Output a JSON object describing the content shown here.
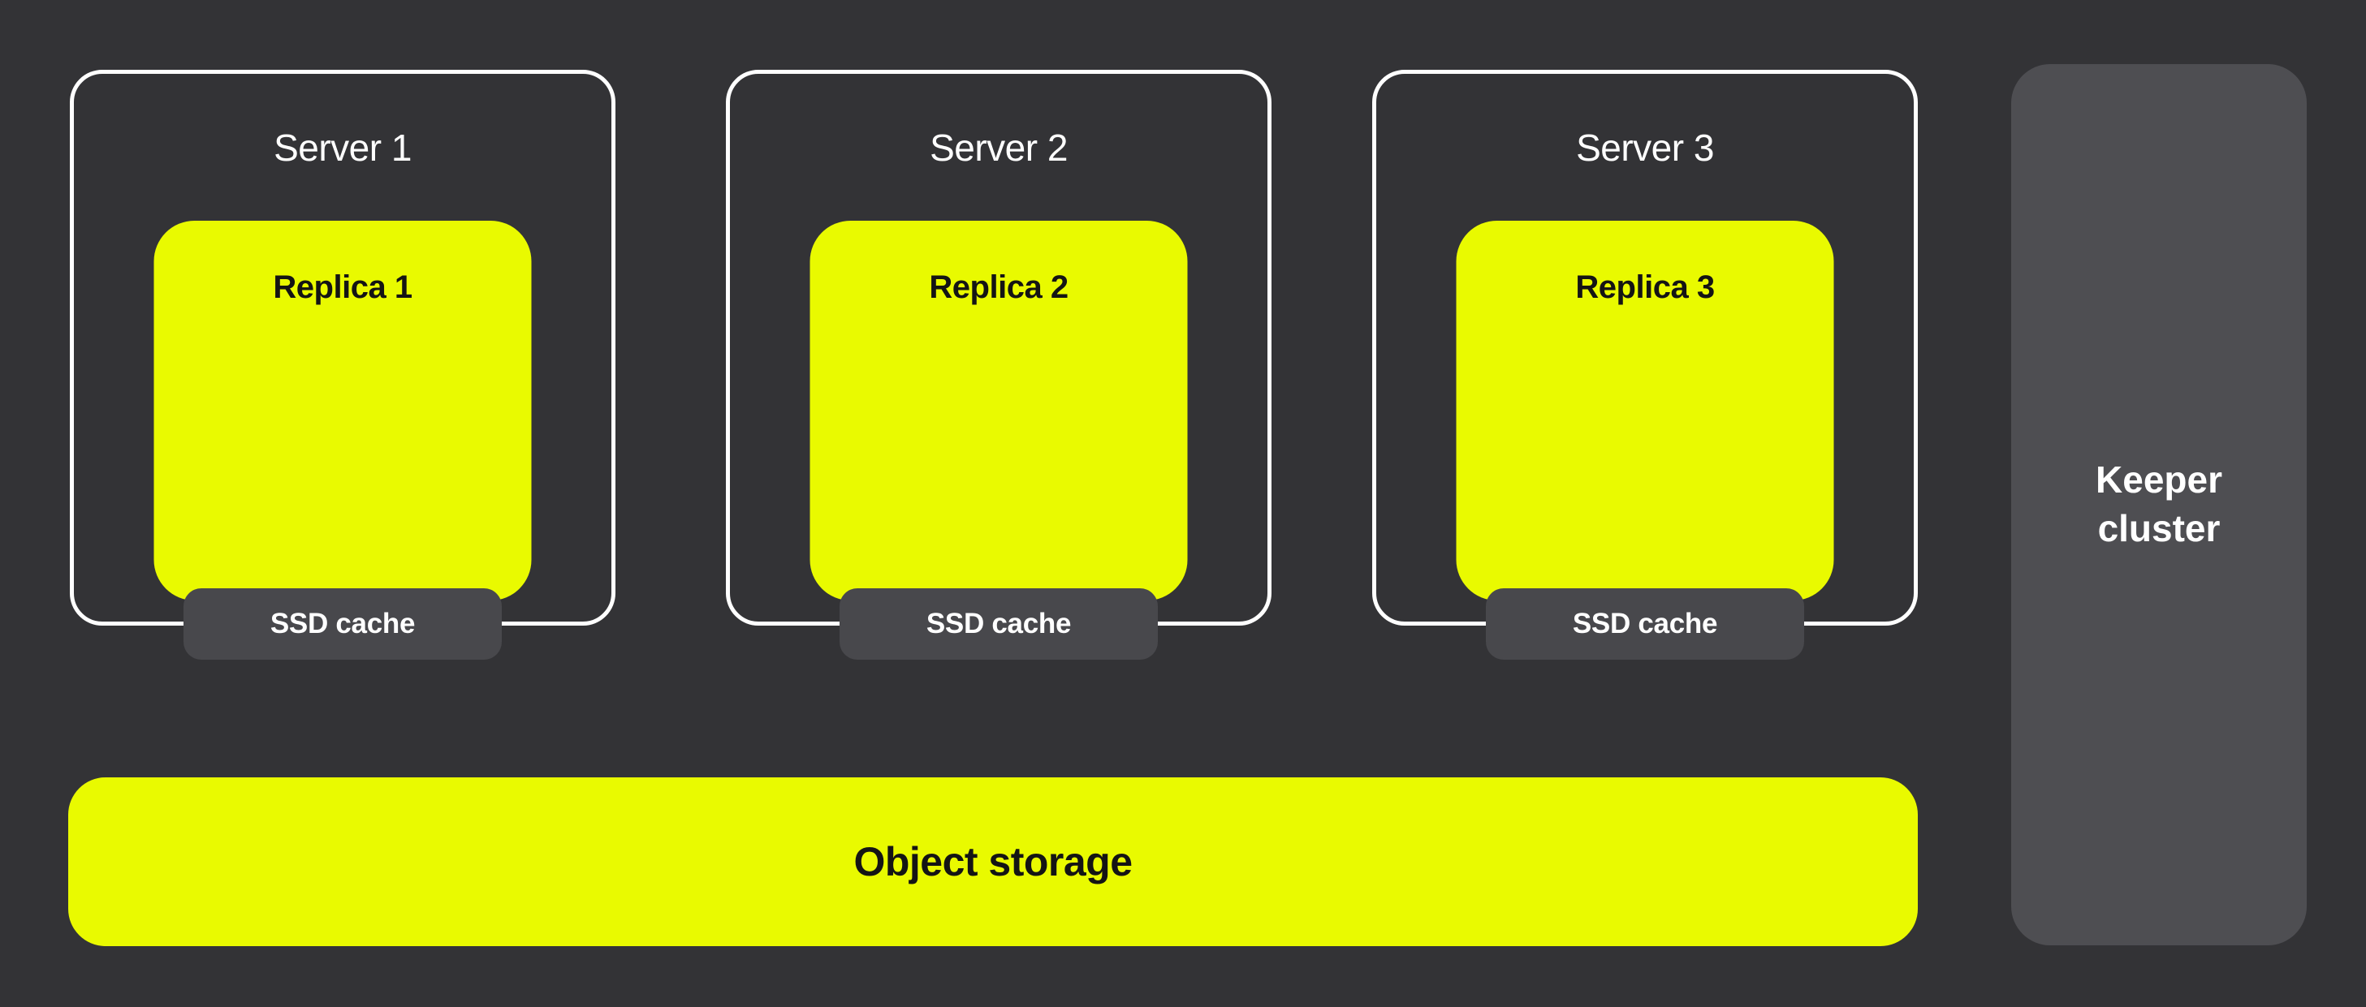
{
  "colors": {
    "background": "#333336",
    "accent_yellow": "#E9FA00",
    "panel_gray": "#4E4E52",
    "pill_gray": "#48484C",
    "border_white": "#FFFFFF",
    "text_light": "#FFFFFF",
    "text_dark": "#141414"
  },
  "servers": [
    {
      "title": "Server 1",
      "replica_label": "Replica 1",
      "cache_label": "SSD cache"
    },
    {
      "title": "Server 2",
      "replica_label": "Replica 2",
      "cache_label": "SSD cache"
    },
    {
      "title": "Server 3",
      "replica_label": "Replica 3",
      "cache_label": "SSD cache"
    }
  ],
  "object_storage": {
    "label": "Object storage"
  },
  "keeper": {
    "label": "Keeper cluster"
  }
}
